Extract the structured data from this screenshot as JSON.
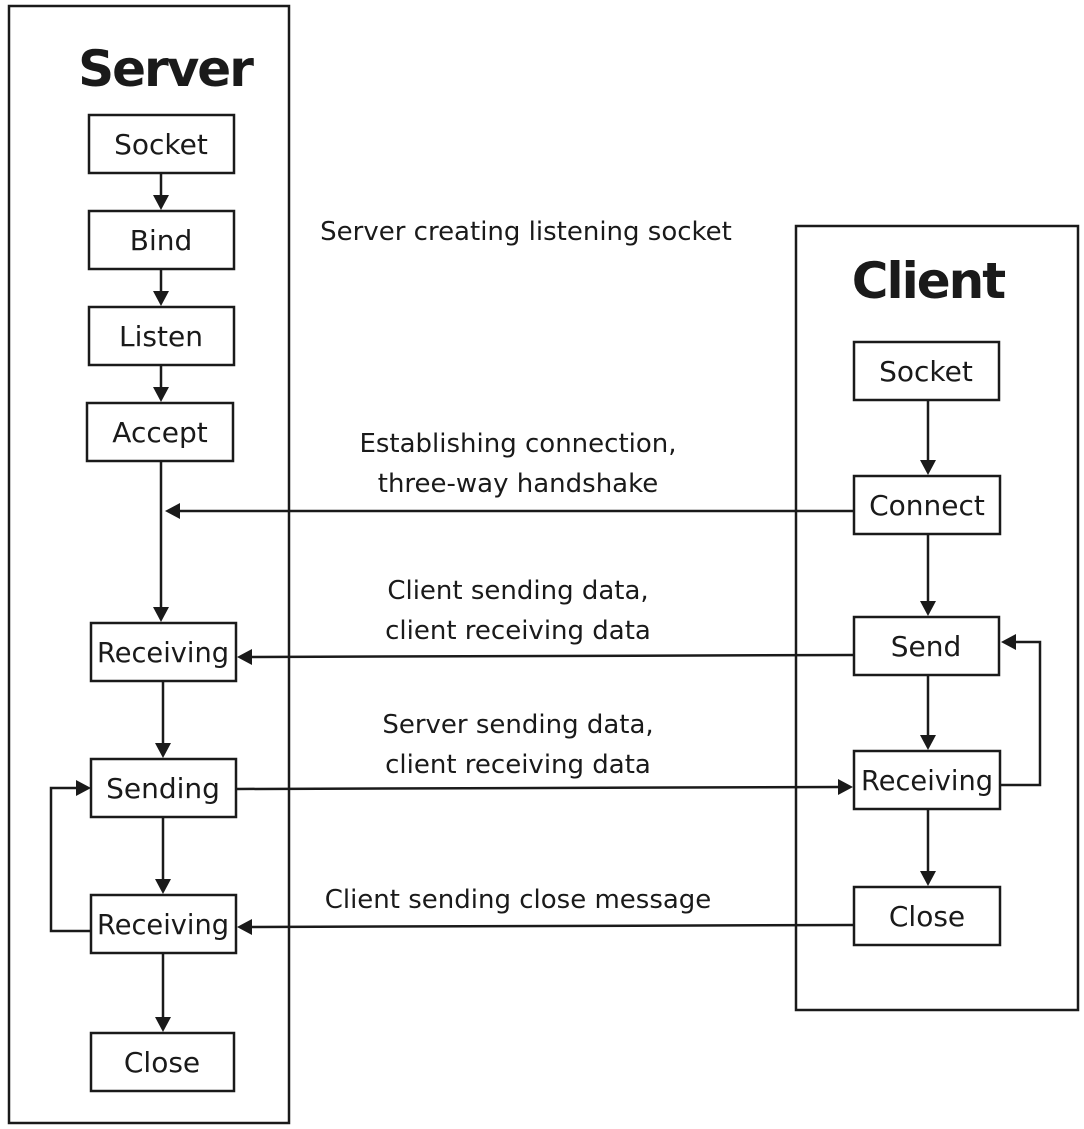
{
  "server": {
    "title": "Server",
    "steps": {
      "socket": "Socket",
      "bind": "Bind",
      "listen": "Listen",
      "accept": "Accept",
      "receiving1": "Receiving",
      "sending": "Sending",
      "receiving2": "Receiving",
      "close": "Close"
    }
  },
  "client": {
    "title": "Client",
    "steps": {
      "socket": "Socket",
      "connect": "Connect",
      "send": "Send",
      "receiving": "Receiving",
      "close": "Close"
    }
  },
  "messages": {
    "listening": "Server creating listening socket",
    "handshake": [
      "Establishing connection,",
      "three-way handshake"
    ],
    "client_send": [
      "Client sending data,",
      "client receiving data"
    ],
    "server_send": [
      "Server sending data,",
      "client receiving data"
    ],
    "close": "Client sending close message"
  }
}
